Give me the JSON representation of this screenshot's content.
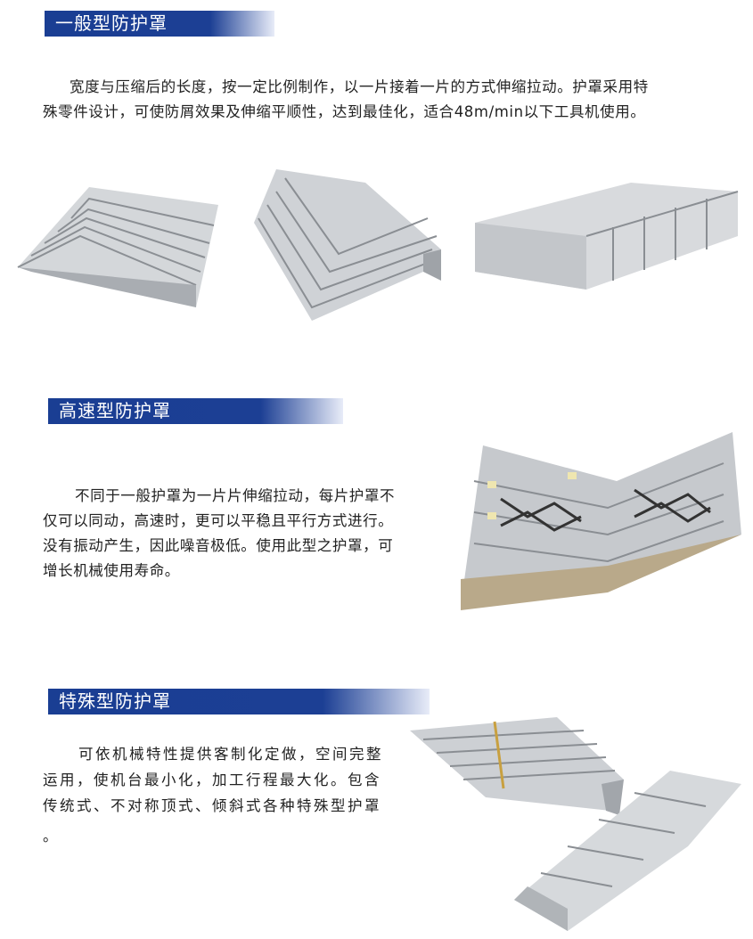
{
  "sections": [
    {
      "title": "一般型防护罩",
      "lines": [
        "宽度与压缩后的长度，按一定比例制作，以一片接着一片的方式伸缩拉动。护罩采用特",
        "殊零件设计，可使防屑效果及伸缩平顺性，达到最佳化，适合48m/min以下工具机使用。"
      ]
    },
    {
      "title": "高速型防护罩",
      "lines": [
        "不同于一般护罩为一片片伸缩拉动，每片护罩不",
        "仅可以同动，高速时，更可以平稳且平行方式进行。",
        "没有振动产生，因此噪音极低。使用此型之护罩，可",
        "增长机械使用寿命。"
      ]
    },
    {
      "title": "特殊型防护罩",
      "lines": [
        "可依机械特性提供客制化定做，空间完整",
        "运用，使机台最小化，加工行程最大化。包含",
        "传统式、不对称顶式、倾斜式各种特殊型护罩",
        "。"
      ]
    }
  ],
  "colors": {
    "header_blue": "#1c3f94",
    "metal": "#c9ccd0"
  }
}
